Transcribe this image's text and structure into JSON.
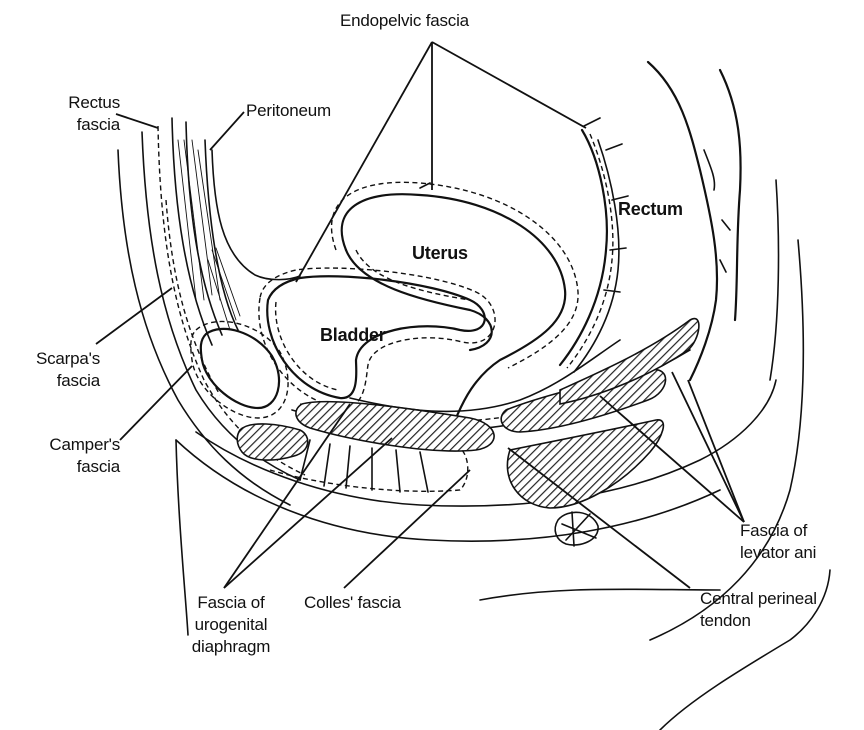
{
  "labels": {
    "endopelvic_fascia": "Endopelvic fascia",
    "rectus_fascia": "Rectus\nfascia",
    "peritoneum": "Peritoneum",
    "rectum": "Rectum",
    "uterus": "Uterus",
    "bladder": "Bladder",
    "scarpas_fascia": "Scarpa's\nfascia",
    "campers_fascia": "Camper's\nfascia",
    "fascia_of_levator_ani": "Fascia of\nlevator ani",
    "fascia_of_urogenital_diaphragm": "Fascia of\nurogenital\ndiaphragm",
    "colles_fascia": "Colles' fascia",
    "central_perineal_tendon": "Central perineal\ntendon"
  }
}
